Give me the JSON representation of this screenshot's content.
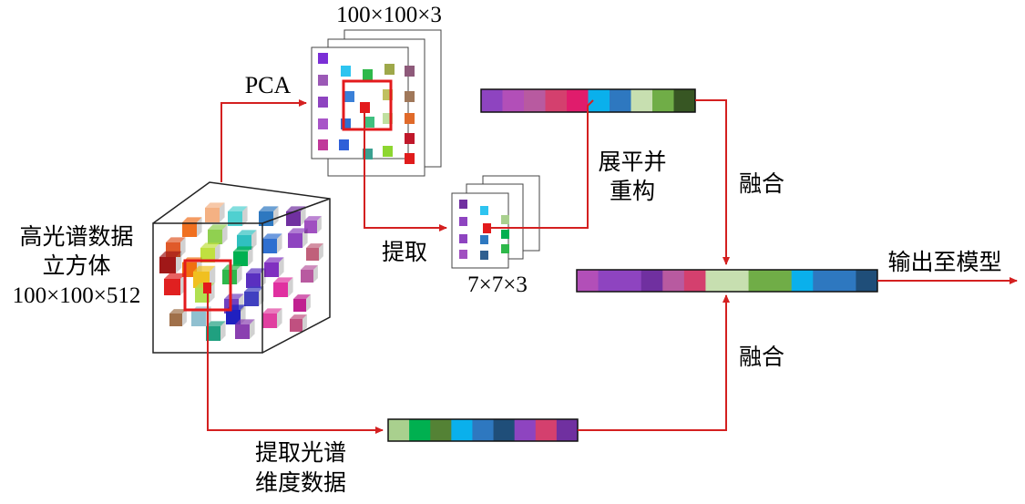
{
  "labels": {
    "cube_title": "高光谱数据",
    "cube_subtitle": "立方体",
    "cube_size": "100×100×512",
    "pca": "PCA",
    "pca_size": "100×100×3",
    "extract": "提取",
    "patch_size": "7×7×3",
    "flatten_line1": "展平并",
    "flatten_line2": "重构",
    "fuse_top": "融合",
    "fuse_bottom": "融合",
    "output": "输出至模型",
    "spectral_line1": "提取光谱",
    "spectral_line2": "维度数据"
  },
  "colors": {
    "arrow": "#d42020",
    "highlight": "#e31a1c",
    "outline": "#222222"
  },
  "vectors": {
    "spatial": [
      "#8e44c0",
      "#b24fb8",
      "#b85aa0",
      "#d4406e",
      "#e01c6c",
      "#0ab0ec",
      "#2e78c0",
      "#c7dfb0",
      "#70ad47",
      "#375623"
    ],
    "fused": [
      "#b24fb8",
      "#8e44c0",
      "#8e44c0",
      "#7030a0",
      "#b85aa0",
      "#d4406e",
      "#c7dfb0",
      "#c7dfb0",
      "#70ad47",
      "#70ad47",
      "#0ab0ec",
      "#2e78c0",
      "#2e78c0",
      "#1f4e79"
    ],
    "spectral": [
      "#a9d08e",
      "#00b050",
      "#548235",
      "#0ab0ec",
      "#2e78c0",
      "#1f4e79",
      "#8e44c0",
      "#d4406e",
      "#7030a0"
    ]
  }
}
